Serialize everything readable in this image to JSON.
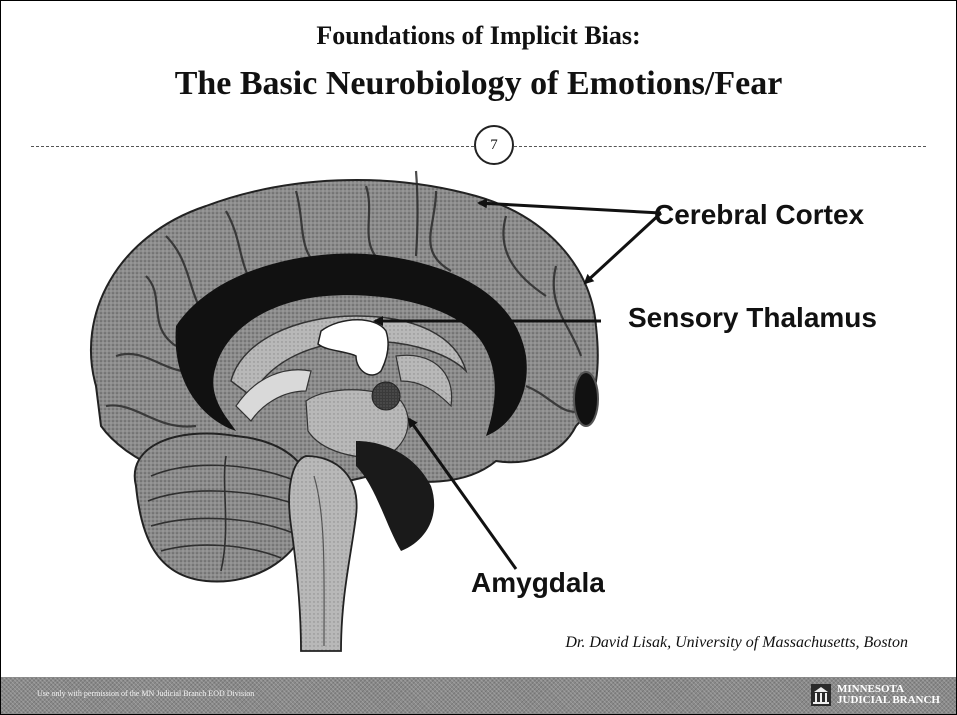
{
  "slide": {
    "title_line1": "Foundations of Implicit Bias:",
    "title_line2": "The Basic Neurobiology of Emotions/Fear",
    "page_number": "7"
  },
  "labels": {
    "cerebral_cortex": "Cerebral Cortex",
    "sensory_thalamus": "Sensory Thalamus",
    "amygdala": "Amygdala"
  },
  "credit": "Dr. David Lisak, University of Massachusetts,  Boston",
  "footer": {
    "note": "Use only with permission of the MN Judicial Branch EOD Division",
    "logo_line1": "MINNESOTA",
    "logo_line2": "JUDICIAL BRANCH"
  },
  "icons": {
    "logo": "minnesota-judicial-branch-logo-icon",
    "brain": "brain-illustration"
  }
}
